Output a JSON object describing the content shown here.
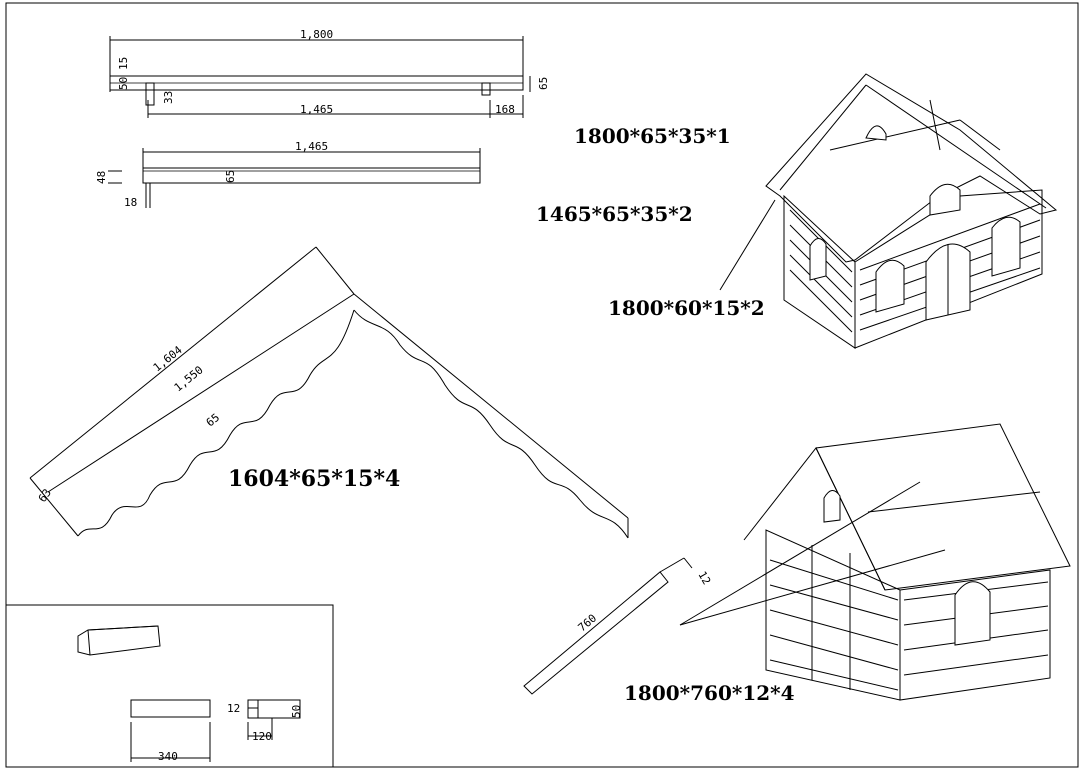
{
  "drawing": {
    "labels": {
      "top_rail": "1800*65*35*1",
      "second_rail": "1465*65*35*2",
      "trim_board": "1800*60*15*2",
      "rafter": "1604*65*15*4",
      "roof_panel": "1800*760*12*4"
    },
    "dims": {
      "d1800": "1,800",
      "d50": "50",
      "d15": "15",
      "d65a": "65",
      "d33": "33",
      "d1465a": "1,465",
      "d168": "168",
      "d1465b": "1,465",
      "d48": "48",
      "d65b": "65",
      "d18": "18",
      "d1604": "1,604",
      "d1550": "1,550",
      "d65c": "65",
      "d63": "63",
      "d760": "760",
      "d12a": "12",
      "d12b": "12",
      "d50b": "50",
      "d120": "120",
      "d340": "340"
    }
  }
}
